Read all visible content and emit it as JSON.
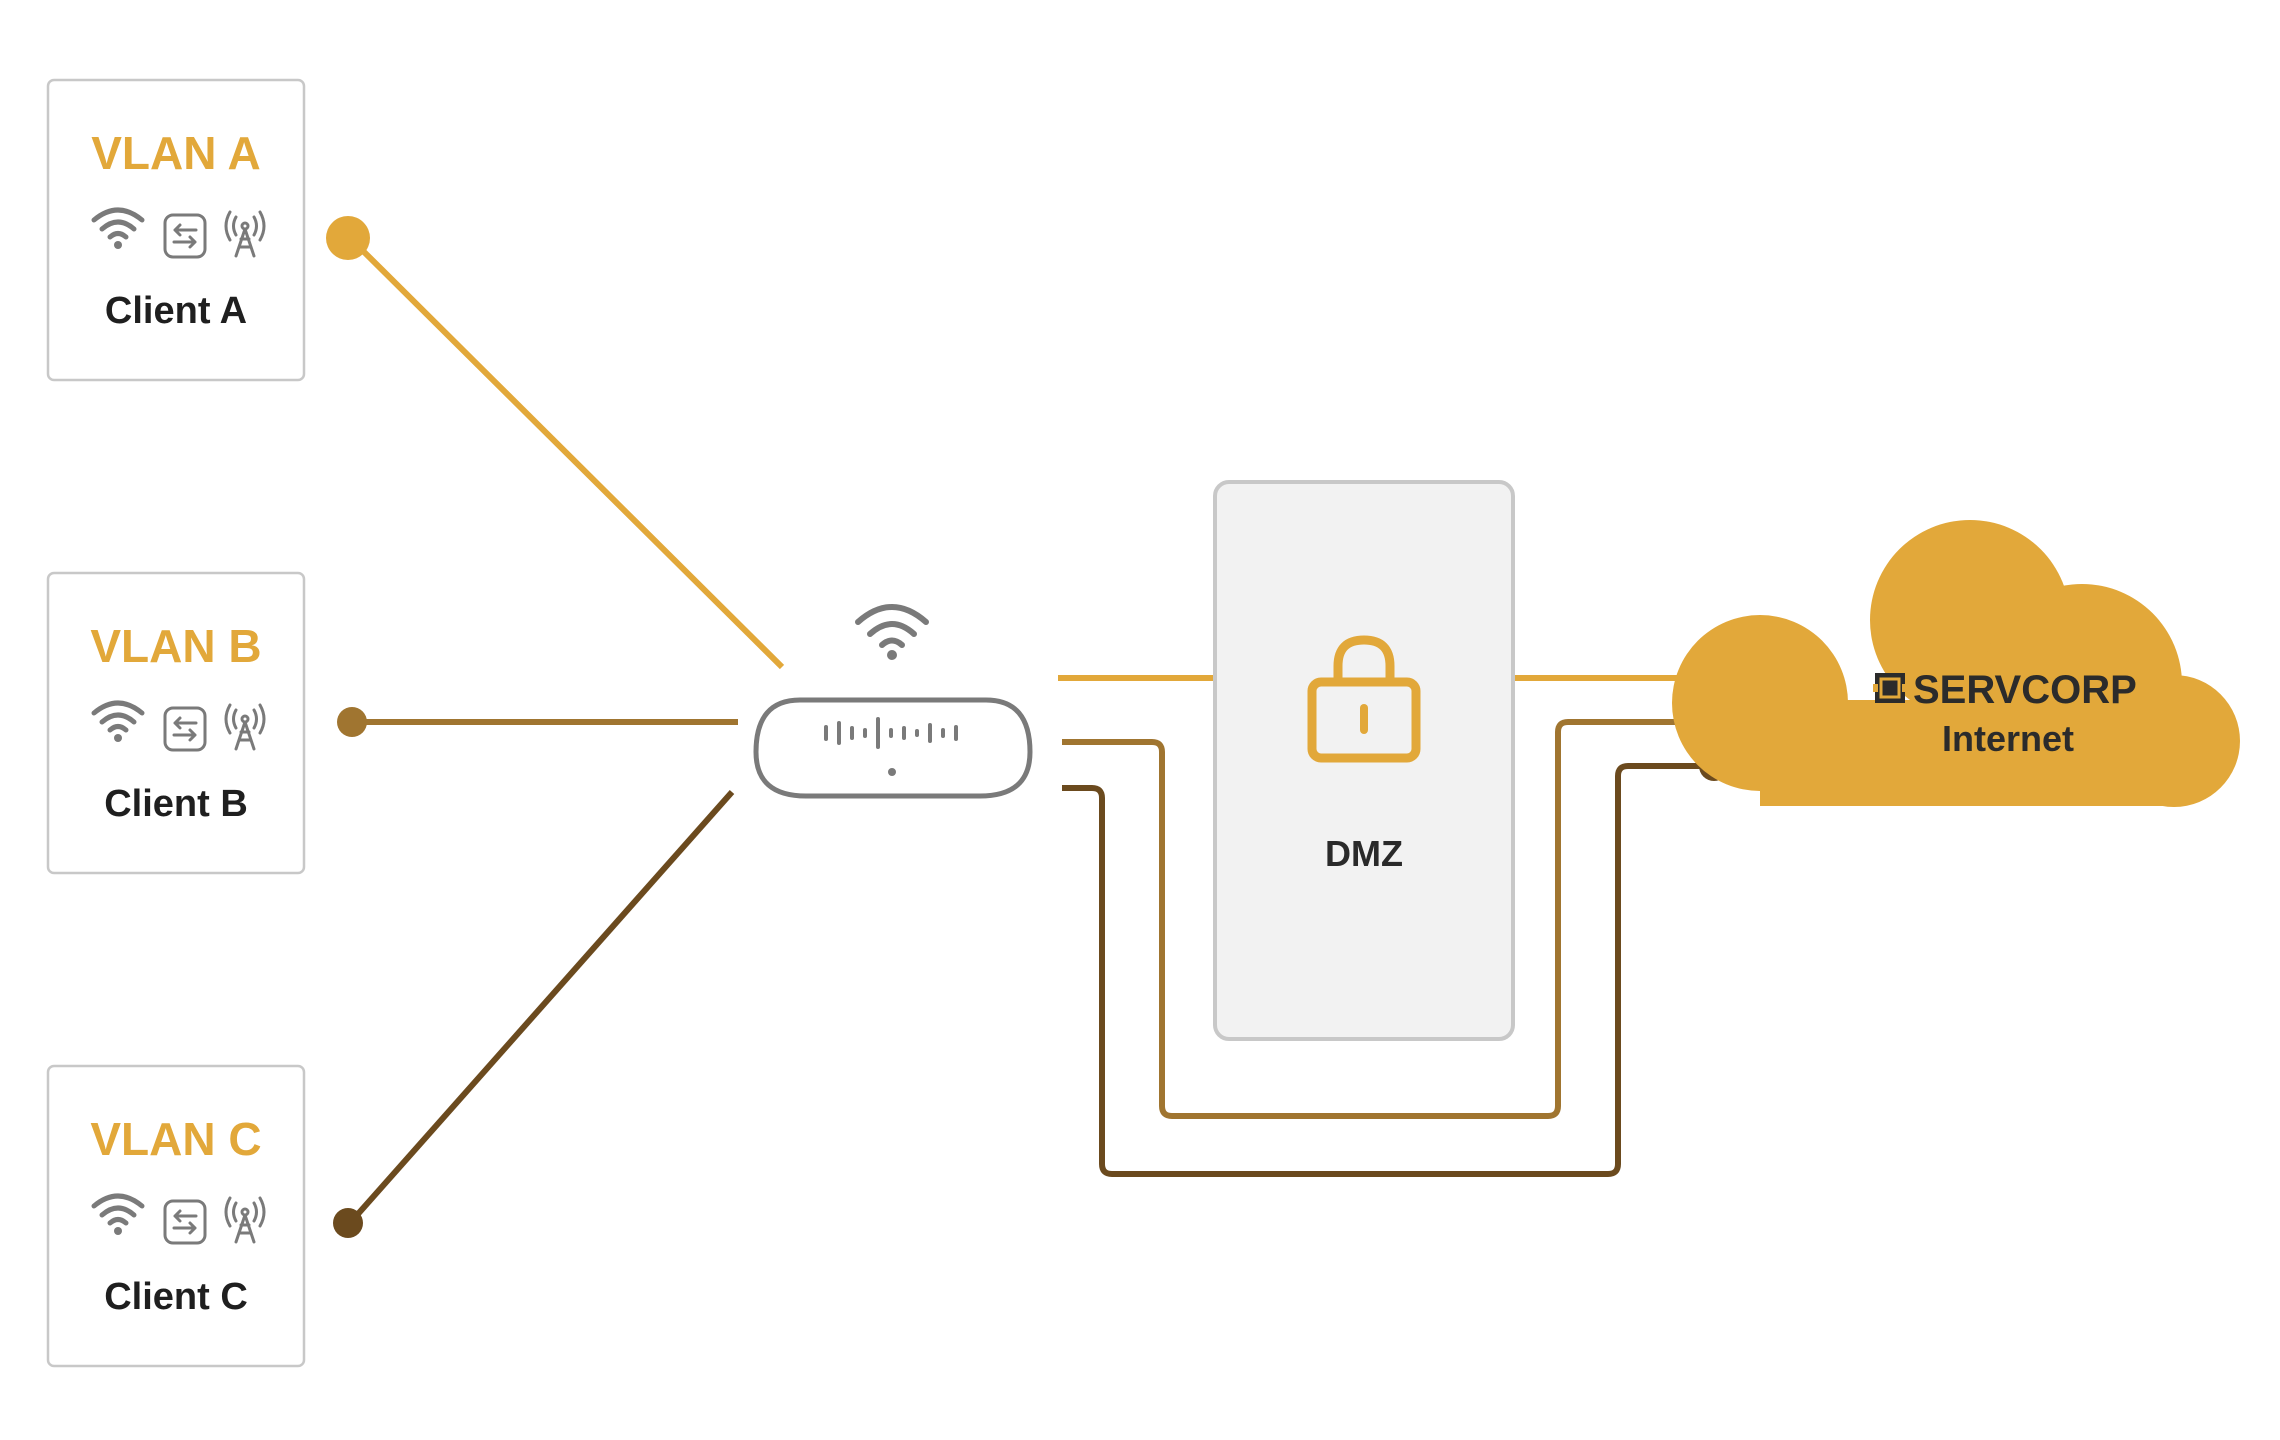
{
  "colors": {
    "gold": "#e2a83a",
    "bronze": "#a07530",
    "dark_brown": "#6b4a1e",
    "icon_gray": "#7a7a7a",
    "box_border": "#c8c8c8",
    "dmz_fill": "#f2f2f2",
    "cloud_fill": "#e2a83a"
  },
  "clients": [
    {
      "vlan": "VLAN A",
      "name": "Client A",
      "icons": [
        "wifi-icon",
        "switch-icon",
        "cell-tower-icon"
      ]
    },
    {
      "vlan": "VLAN B",
      "name": "Client B",
      "icons": [
        "wifi-icon",
        "switch-icon",
        "cell-tower-icon"
      ]
    },
    {
      "vlan": "VLAN C",
      "name": "Client C",
      "icons": [
        "wifi-icon",
        "switch-icon",
        "cell-tower-icon"
      ]
    }
  ],
  "router": {
    "icons": [
      "wifi-icon",
      "router-icon"
    ]
  },
  "dmz": {
    "label": "DMZ",
    "icon": "lock-icon"
  },
  "cloud": {
    "brand": "SERVCORP",
    "label": "Internet",
    "icon": "servcorp-logo-icon"
  }
}
